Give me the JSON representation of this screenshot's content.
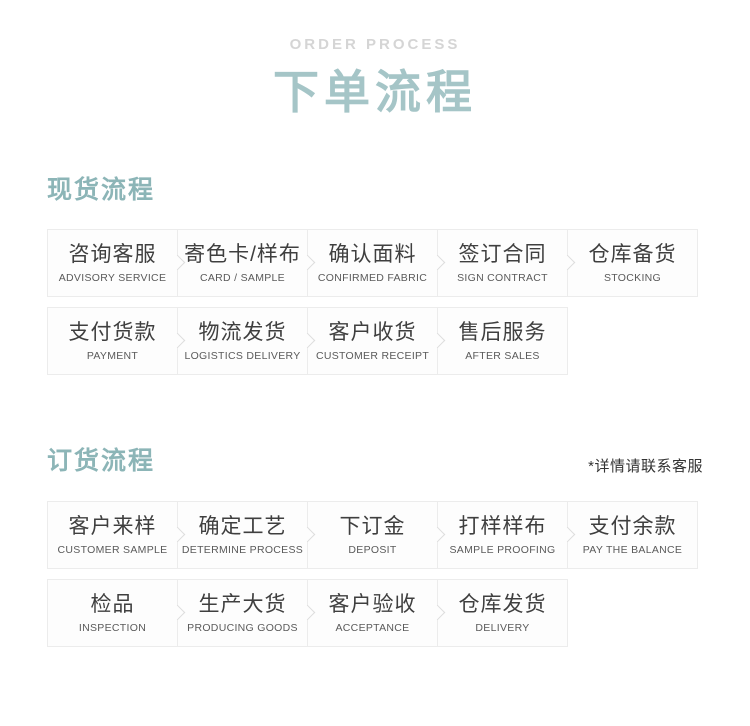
{
  "header": {
    "subtitle": "ORDER PROCESS",
    "title": "下单流程"
  },
  "colors": {
    "title_teal": "#a5c5c7",
    "section_title_teal": "#8cb5b7",
    "subtitle_gray": "#d5d5d5",
    "step_border": "#ececec",
    "step_background": "#fdfdfd",
    "chevron_gray": "#dddddd",
    "step_text_dark": "#3f3f3f",
    "step_text_sub": "#5a5a5a",
    "note_text": "#333333"
  },
  "sections": [
    {
      "id": "spot",
      "title": "现货流程",
      "note": "",
      "rows": [
        [
          {
            "zh": "咨询客服",
            "en": "ADVISORY SERVICE"
          },
          {
            "zh": "寄色卡/样布",
            "en": "CARD / SAMPLE"
          },
          {
            "zh": "确认面料",
            "en": "CONFIRMED FABRIC"
          },
          {
            "zh": "签订合同",
            "en": "SIGN CONTRACT"
          },
          {
            "zh": "仓库备货",
            "en": "STOCKING"
          }
        ],
        [
          {
            "zh": "支付货款",
            "en": "PAYMENT"
          },
          {
            "zh": "物流发货",
            "en": "LOGISTICS DELIVERY"
          },
          {
            "zh": "客户收货",
            "en": "CUSTOMER RECEIPT"
          },
          {
            "zh": "售后服务",
            "en": "AFTER SALES"
          }
        ]
      ]
    },
    {
      "id": "order",
      "title": "订货流程",
      "note": "*详情请联系客服",
      "rows": [
        [
          {
            "zh": "客户来样",
            "en": "CUSTOMER SAMPLE"
          },
          {
            "zh": "确定工艺",
            "en": "DETERMINE PROCESS"
          },
          {
            "zh": "下订金",
            "en": "DEPOSIT"
          },
          {
            "zh": "打样样布",
            "en": "SAMPLE PROOFING"
          },
          {
            "zh": "支付余款",
            "en": "PAY THE BALANCE"
          }
        ],
        [
          {
            "zh": "检品",
            "en": "INSPECTION"
          },
          {
            "zh": "生产大货",
            "en": "PRODUCING GOODS"
          },
          {
            "zh": "客户验收",
            "en": "ACCEPTANCE"
          },
          {
            "zh": "仓库发货",
            "en": "DELIVERY"
          }
        ]
      ]
    }
  ]
}
